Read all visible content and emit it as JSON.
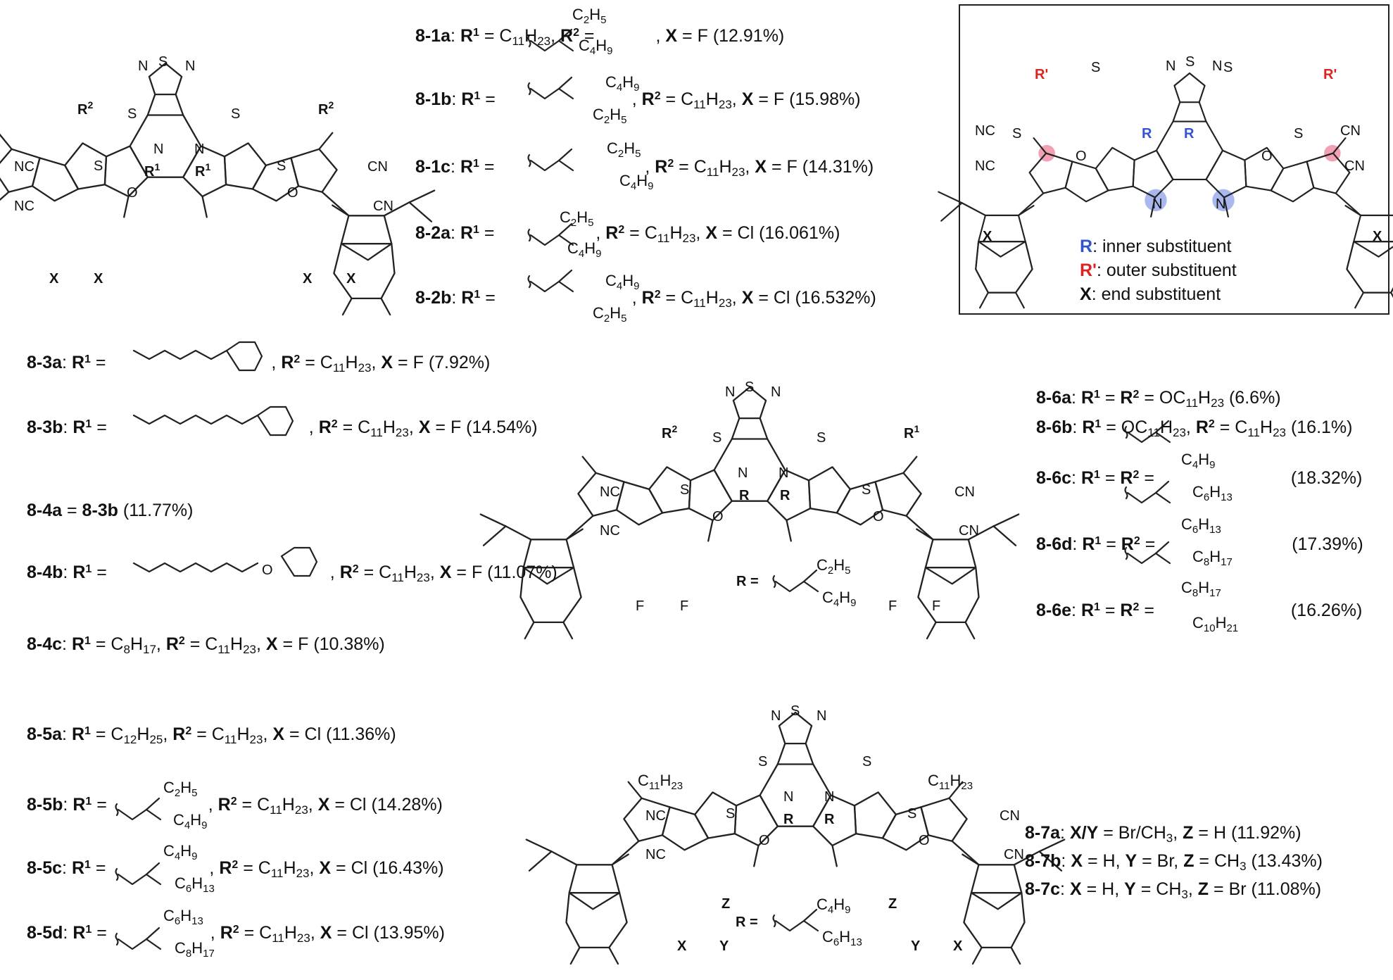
{
  "compounds": {
    "c81a": {
      "id": "8-1a",
      "r1": "C11H23",
      "x": "F",
      "pce": "(12.91%)",
      "r2_branch": {
        "top": "C2H5",
        "bottom": "C4H9"
      }
    },
    "c81b": {
      "id": "8-1b",
      "r2": "C11H23",
      "x": "F",
      "pce": "(15.98%)",
      "r1_branch": {
        "top": "C4H9",
        "bottom": "C2H5"
      }
    },
    "c81c": {
      "id": "8-1c",
      "r2": "C11H23",
      "x": "F",
      "pce": "(14.31%)",
      "r1_branch": {
        "top": "C2H5",
        "bottom": "C4H9"
      }
    },
    "c82a": {
      "id": "8-2a",
      "r2": "C11H23",
      "x": "Cl",
      "pce": "(16.061%)",
      "r1_branch": {
        "top": "C2H5",
        "bottom": "C4H9"
      }
    },
    "c82b": {
      "id": "8-2b",
      "r2": "C11H23",
      "x": "Cl",
      "pce": "(16.532%)",
      "r1_branch": {
        "top": "C4H9",
        "bottom": "C2H5"
      }
    },
    "c83a": {
      "id": "8-3a",
      "r2": "C11H23",
      "x": "F",
      "pce": "(7.92%)"
    },
    "c83b": {
      "id": "8-3b",
      "r2": "C11H23",
      "x": "F",
      "pce": "(14.54%)"
    },
    "c84a": {
      "id": "8-4a",
      "equals": "8-3b",
      "pce": "(11.77%)"
    },
    "c84b": {
      "id": "8-4b",
      "r2": "C11H23",
      "x": "F",
      "pce": "(11.07%)",
      "linker_atom": "O"
    },
    "c84c": {
      "id": "8-4c",
      "r1": "C8H17",
      "r2": "C11H23",
      "x": "F",
      "pce": "(10.38%)"
    },
    "c85a": {
      "id": "8-5a",
      "r1": "C12H25",
      "r2": "C11H23",
      "x": "Cl",
      "pce": "(11.36%)"
    },
    "c85b": {
      "id": "8-5b",
      "r2": "C11H23",
      "x": "Cl",
      "pce": "(14.28%)",
      "r1_branch": {
        "top": "C2H5",
        "bottom": "C4H9"
      }
    },
    "c85c": {
      "id": "8-5c",
      "r2": "C11H23",
      "x": "Cl",
      "pce": "(16.43%)",
      "r1_branch": {
        "top": "C4H9",
        "bottom": "C6H13"
      }
    },
    "c85d": {
      "id": "8-5d",
      "r2": "C11H23",
      "x": "Cl",
      "pce": "(13.95%)",
      "r1_branch": {
        "top": "C6H13",
        "bottom": "C8H17"
      }
    },
    "c86a": {
      "id": "8-6a",
      "r1r2": "OC11H23",
      "pce": "(6.6%)"
    },
    "c86b": {
      "id": "8-6b",
      "r1": "OC11H23",
      "r2": "C11H23",
      "pce": "(16.1%)"
    },
    "c86c": {
      "id": "8-6c",
      "pce": "(18.32%)",
      "branch": {
        "top": "C4H9",
        "bottom": "C6H13"
      }
    },
    "c86d": {
      "id": "8-6d",
      "pce": "(17.39%)",
      "branch": {
        "top": "C6H13",
        "bottom": "C8H17"
      }
    },
    "c86e": {
      "id": "8-6e",
      "pce": "(16.26%)",
      "branch": {
        "top": "C8H17",
        "bottom": "C10H21"
      }
    },
    "c87a": {
      "id": "8-7a",
      "xy": "Br/CH3",
      "z": "H",
      "pce": "(11.92%)"
    },
    "c87b": {
      "id": "8-7b",
      "x": "H",
      "y": "Br",
      "z": "CH3",
      "pce": "(13.43%)"
    },
    "c87c": {
      "id": "8-7c",
      "x": "H",
      "y": "CH3",
      "z": "Br",
      "pce": "(11.08%)"
    }
  },
  "legend": {
    "inner": ": inner substituent",
    "outer": ": outer substituent",
    "end": ": end substituent",
    "r_label": "R",
    "rp_label": "R'",
    "x_label": "X"
  },
  "structures": {
    "s1": {
      "r_sub": "R",
      "r_sup_a": "1",
      "r_sup_b": "2"
    },
    "s2_r_branch": {
      "top": "C2H5",
      "bottom": "C4H9"
    },
    "s3_r_branch": {
      "top": "C4H9",
      "bottom": "C6H13"
    },
    "s3_side": "C11H23"
  },
  "colors": {
    "inner": "#3355cc",
    "outer": "#dd2222",
    "inner_highlight": "#aab8ee",
    "outer_highlight": "#f2a0b4",
    "ring_highlight": "#b5b9b5"
  }
}
